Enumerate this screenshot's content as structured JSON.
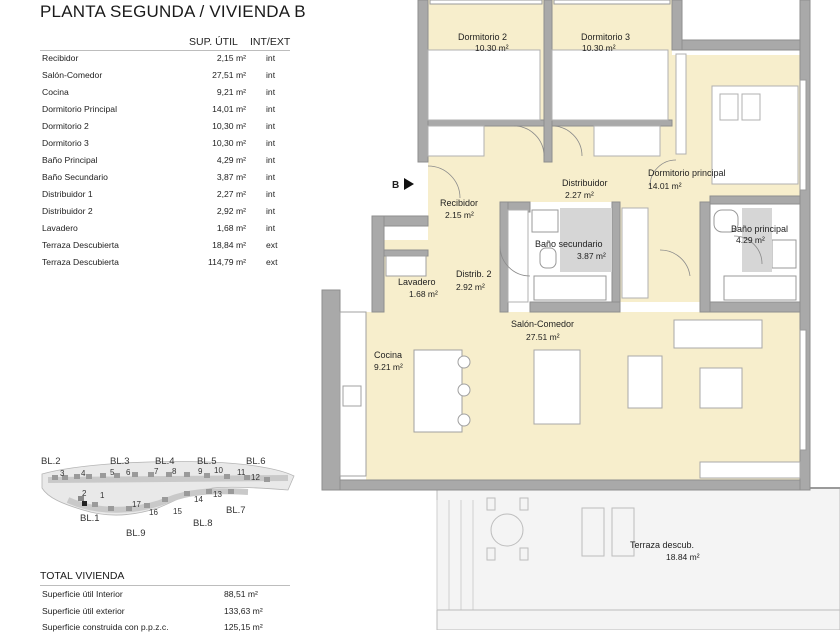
{
  "title": "PLANTA SEGUNDA / VIVIENDA B",
  "table": {
    "col_area": "SUP. ÚTIL",
    "col_type": "INT/EXT",
    "rows": [
      {
        "name": "Recibidor",
        "area": "2,15 m²",
        "type": "int"
      },
      {
        "name": "Salón-Comedor",
        "area": "27,51 m²",
        "type": "int"
      },
      {
        "name": "Cocina",
        "area": "9,21 m²",
        "type": "int"
      },
      {
        "name": "Dormitorio Principal",
        "area": "14,01 m²",
        "type": "int"
      },
      {
        "name": "Dormitorio 2",
        "area": "10,30 m²",
        "type": "int"
      },
      {
        "name": "Dormitorio 3",
        "area": "10,30 m²",
        "type": "int"
      },
      {
        "name": "Baño Principal",
        "area": "4,29 m²",
        "type": "int"
      },
      {
        "name": "Baño Secundario",
        "area": "3,87 m²",
        "type": "int"
      },
      {
        "name": "Distribuidor 1",
        "area": "2,27 m²",
        "type": "int"
      },
      {
        "name": "Distribuidor 2",
        "area": "2,92 m²",
        "type": "int"
      },
      {
        "name": "Lavadero",
        "area": "1,68 m²",
        "type": "int"
      },
      {
        "name": "Terraza Descubierta",
        "area": "18,84 m²",
        "type": "ext"
      },
      {
        "name": "Terraza Descubierta",
        "area": "114,79 m²",
        "type": "ext"
      }
    ]
  },
  "totals": {
    "title": "TOTAL VIVIENDA",
    "rows": [
      {
        "name": "Superficie útil Interior",
        "area": "88,51 m²"
      },
      {
        "name": "Superficie útil exterior",
        "area": "133,63 m²"
      },
      {
        "name": "Superficie construida con p.p.z.c.",
        "area": "125,15 m²"
      }
    ]
  },
  "key_map": {
    "blocks": [
      "BL.2",
      "BL.3",
      "BL.4",
      "BL.5",
      "BL.6",
      "BL.1",
      "BL.7",
      "BL.8",
      "BL.9"
    ],
    "numbers": [
      "3",
      "4",
      "5",
      "6",
      "7",
      "8",
      "9",
      "10",
      "11",
      "12",
      "2",
      "1",
      "17",
      "16",
      "15",
      "14",
      "13"
    ]
  },
  "plan": {
    "entry_marker": "B",
    "rooms": [
      {
        "id": "dormitorio-2",
        "name": "Dormitorio 2",
        "area": "10.30 m²"
      },
      {
        "id": "dormitorio-3",
        "name": "Dormitorio 3",
        "area": "10.30 m²"
      },
      {
        "id": "dormitorio-principal",
        "name": "Dormitorio principal",
        "area": "14.01 m²"
      },
      {
        "id": "distribuidor",
        "name": "Distribuidor",
        "area": "2.27 m²"
      },
      {
        "id": "recibidor",
        "name": "Recibidor",
        "area": "2.15 m²"
      },
      {
        "id": "bano-secundario",
        "name": "Baño secundario",
        "area": "3.87 m²"
      },
      {
        "id": "bano-principal",
        "name": "Baño principal",
        "area": "4.29 m²"
      },
      {
        "id": "lavadero",
        "name": "Lavadero",
        "area": "1.68 m²"
      },
      {
        "id": "distrib-2",
        "name": "Distrib. 2",
        "area": "2.92 m²"
      },
      {
        "id": "salon-comedor",
        "name": "Salón-Comedor",
        "area": "27.51 m²"
      },
      {
        "id": "cocina",
        "name": "Cocina",
        "area": "9.21 m²"
      },
      {
        "id": "terraza",
        "name": "Terraza descub.",
        "area": "18.84 m²"
      }
    ]
  },
  "colors": {
    "floor": "#f7eecc",
    "wall": "#a9a9a9",
    "terrace": "#f4f4f4"
  }
}
